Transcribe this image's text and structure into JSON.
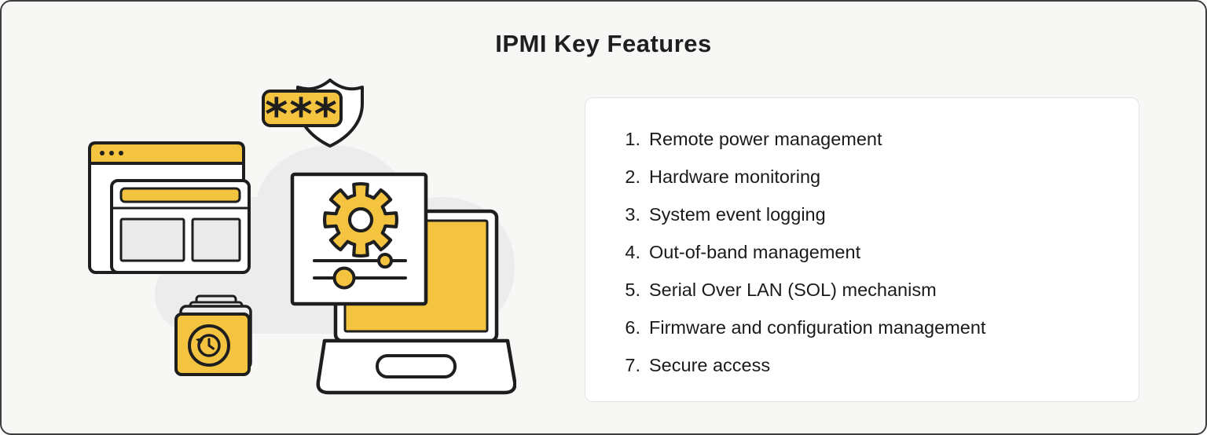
{
  "page": {
    "title": "IPMI Key Features"
  },
  "colors": {
    "accent_yellow": "#F4C440",
    "outline_dark": "#1E1E1E",
    "light_gray_fill": "#EBEBEB",
    "background": "#F7F7F5",
    "card_border": "#E3E3E3"
  },
  "illustration": {
    "password_text": "***",
    "icons": [
      "cloud-shape",
      "browser-window-back",
      "browser-window-front",
      "shield-icon",
      "password-badge",
      "settings-panel",
      "gear-icon",
      "slider-controls",
      "laptop-icon",
      "backup-folder-icon",
      "restore-clock-icon"
    ]
  },
  "features": {
    "items": [
      {
        "number": "1.",
        "text": "Remote power management"
      },
      {
        "number": "2.",
        "text": "Hardware monitoring"
      },
      {
        "number": "3.",
        "text": "System event logging"
      },
      {
        "number": "4.",
        "text": "Out-of-band management"
      },
      {
        "number": "5.",
        "text": "Serial Over LAN (SOL) mechanism"
      },
      {
        "number": "6.",
        "text": "Firmware and configuration management"
      },
      {
        "number": "7.",
        "text": "Secure access"
      }
    ]
  }
}
